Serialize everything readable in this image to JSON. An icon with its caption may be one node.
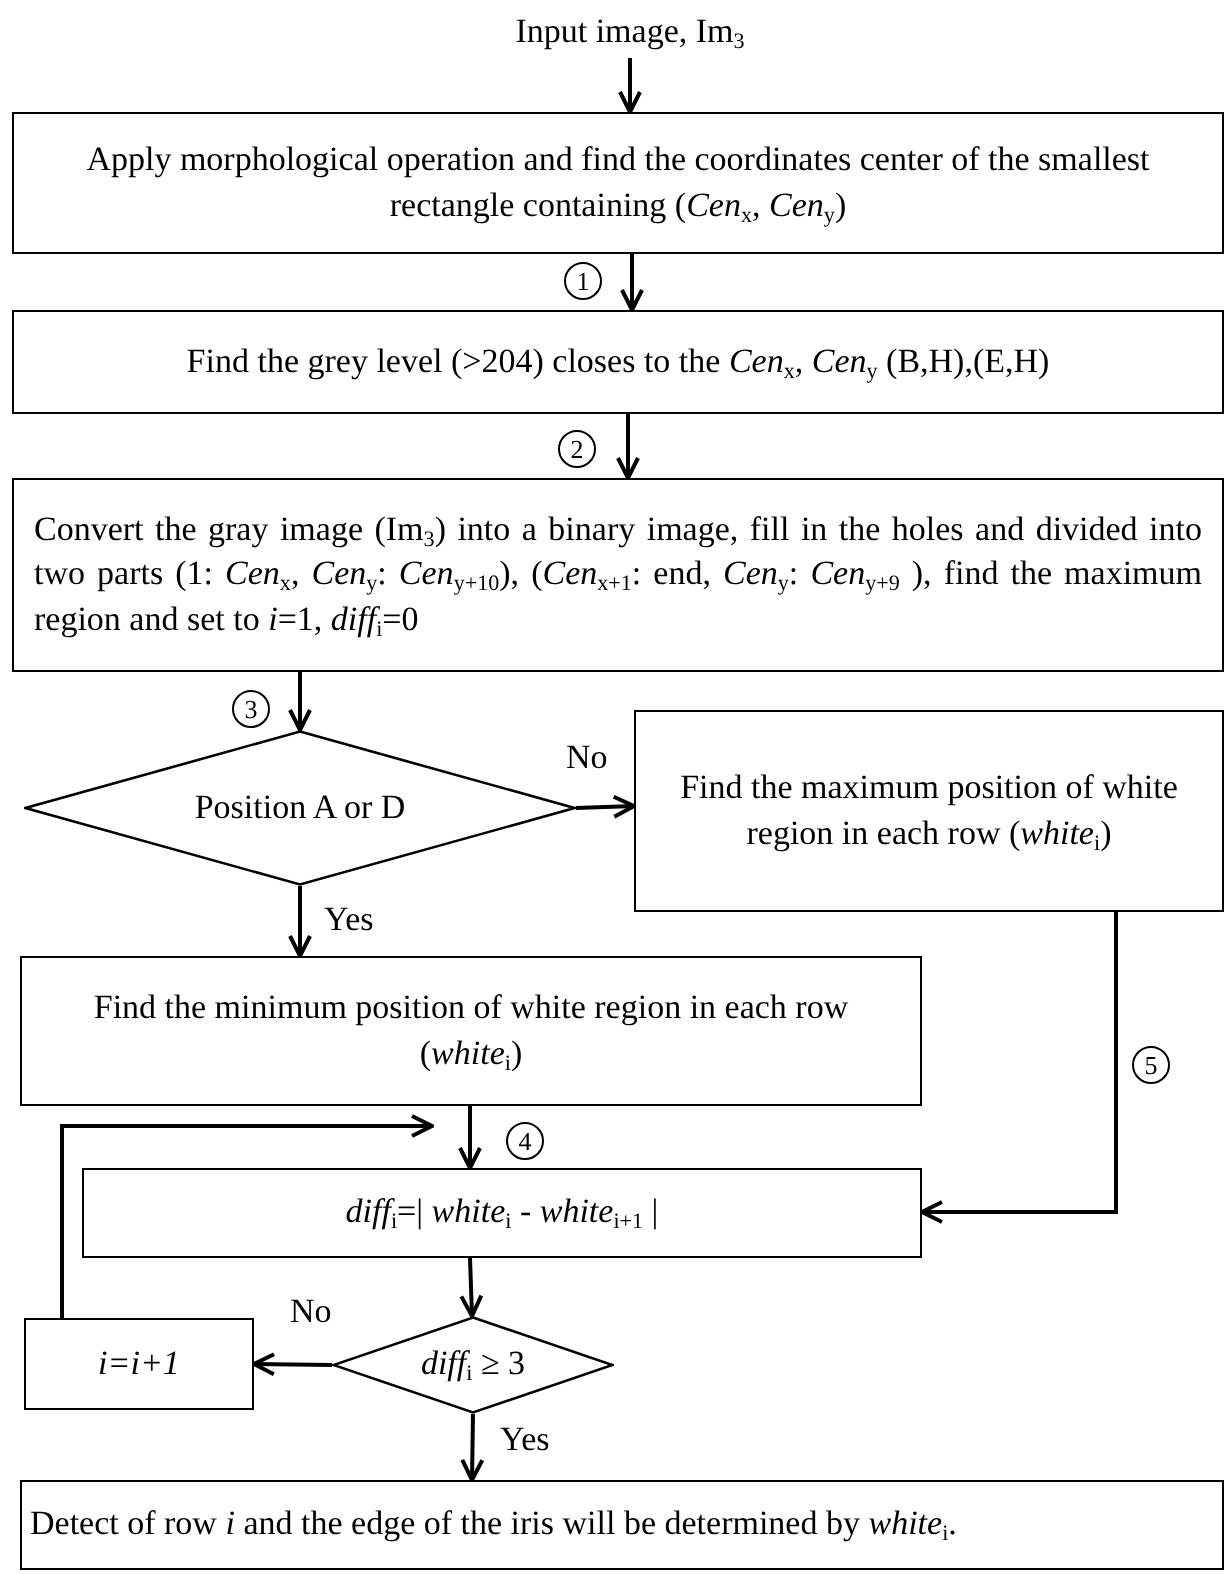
{
  "diagram": {
    "nodes": [
      {
        "text": [
          "Input image, Im$_{3}$"
        ]
      },
      {
        "text": [
          "Apply morphological operation and find the coordinates center of the smallest rectangle containing (*Cen*$_{x}$, *Cen*$_{y}$)"
        ]
      },
      {
        "text": [
          "Find the grey level (>204) closes to the *Cen*$_{x}$, *Cen*$_{y}$ (B,H),(E,H)"
        ]
      },
      {
        "text": [
          "Convert the gray image (Im$_{3}$) into a binary image, fill in the holes and divided into two parts (1: *Cen*$_{x}$, *Cen*$_{y}$: *Cen*$_{y+10}$), (*Cen*$_{x+1}$: end, *Cen*$_{y}$: *Cen*$_{y+9}$ ), find the maximum region and set to *i*=1, *diff*$_{i}$=0"
        ]
      },
      {
        "text": [
          "Position A or D"
        ]
      },
      {
        "text": [
          "Find the maximum position of white region in each row (*white*$_{i}$)"
        ]
      },
      {
        "text": [
          "Find the minimum position of white region in each row (*white*$_{i}$)"
        ]
      },
      {
        "text": [
          "*diff*$_{i}$=| *white*$_{i}$ - *white*$_{i+1}$ |"
        ]
      },
      {
        "text": [
          "*diff*$_{i}$ ≥ 3"
        ]
      },
      {
        "text": [
          "i=i+1"
        ]
      },
      {
        "text": [
          "Detect of row *i* and the edge of the iris will be determined by *white*$_{i}$."
        ]
      }
    ],
    "edges": [
      {
        "from": 0,
        "to": 1,
        "arrow": "to"
      },
      {
        "from": 1,
        "to": 2,
        "arrow": "to",
        "label": "1"
      },
      {
        "from": 2,
        "to": 3,
        "arrow": "to",
        "label": "2"
      },
      {
        "from": 3,
        "to": 4,
        "arrow": "to",
        "label": "3"
      },
      {
        "from": 4,
        "to": 5,
        "arrow": "to",
        "label": "No"
      },
      {
        "from": 4,
        "to": 6,
        "arrow": "to",
        "label": "Yes"
      },
      {
        "from": 6,
        "to": 7,
        "arrow": "to",
        "label": "4"
      },
      {
        "from": 5,
        "to": 7,
        "arrow": "to",
        "label": "5"
      },
      {
        "from": 7,
        "to": 8,
        "arrow": "to"
      },
      {
        "from": 8,
        "to": 9,
        "arrow": "to",
        "label": "No"
      },
      {
        "from": 8,
        "to": 10,
        "arrow": "to",
        "label": "Yes"
      },
      {
        "from": 9,
        "to": 7,
        "arrow": "to"
      }
    ]
  }
}
